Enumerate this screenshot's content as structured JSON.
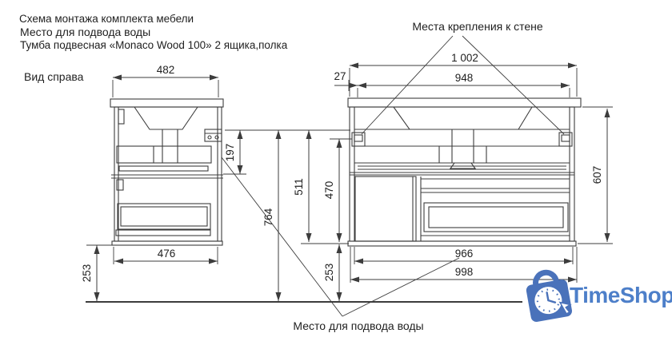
{
  "header": {
    "line1": "Схема монтажа комплекта мебели",
    "line2": "Место для подвода воды",
    "line3": "Тумба подвесная «Monaco Wood 100» 2 ящика,полка"
  },
  "labels": {
    "side_view": "Вид справа",
    "wall_mount": "Места крепления к стене",
    "water_supply": "Место для подвода воды"
  },
  "dimensions": {
    "side": {
      "top_width": "482",
      "bottom_width": "476",
      "bracket_offset": "197",
      "total_height": "764",
      "floor_clearance": "253"
    },
    "front": {
      "countertop_width": "1 002",
      "mount_span": "948",
      "mount_edge_offset": "27",
      "inner_height": "511",
      "drawer_section_height": "470",
      "side_height": "607",
      "bottom_inner_width": "966",
      "cabinet_width": "998",
      "floor_clearance": "253"
    }
  },
  "logo": {
    "text": "TimeShop",
    "text_color": "#4d7fc9",
    "icon_color": "#4a72ba"
  },
  "colors": {
    "line": "#3c3c3c",
    "text": "#1f1f1f",
    "background": "#ffffff"
  }
}
